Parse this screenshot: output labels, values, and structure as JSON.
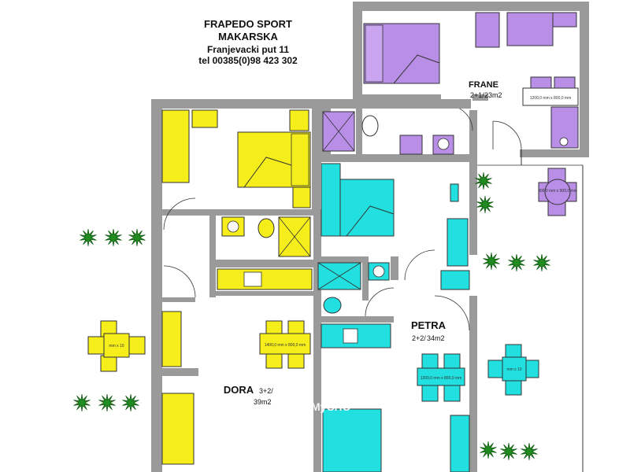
{
  "header": {
    "company": "FRAPEDO SPORT",
    "city": "MAKARSKA",
    "address": "Franjevacki put 11",
    "phone": "tel 00385(0)98 423 302"
  },
  "rooms": {
    "frane": {
      "name": "FRANE",
      "capacity": "2+1/",
      "area": "23m2"
    },
    "petra": {
      "name": "PETRA",
      "capacity": "2+2/",
      "area": "34m2"
    },
    "dora": {
      "name": "DORA",
      "capacity": "3+2/",
      "area": "39m2"
    }
  },
  "dimensions": {
    "frane_table": "1200,0 mm x 800,0 mm",
    "terrace_round_table": "900,0 mm x 900,0 mm",
    "dora_table": "1400,0 mm x 800,0 mm",
    "petra_table": "1200,0 mm x 800,0 mm",
    "garden_table_left": "mm x 10",
    "garden_table_right": "mm x 10"
  },
  "watermark": "MyCHO",
  "colors": {
    "wall": "#9a9a9a",
    "frane": "#b88ee6",
    "petra": "#22e0e0",
    "dora": "#f5ee1a",
    "plant": "#1f8a1f",
    "line": "#333333"
  }
}
